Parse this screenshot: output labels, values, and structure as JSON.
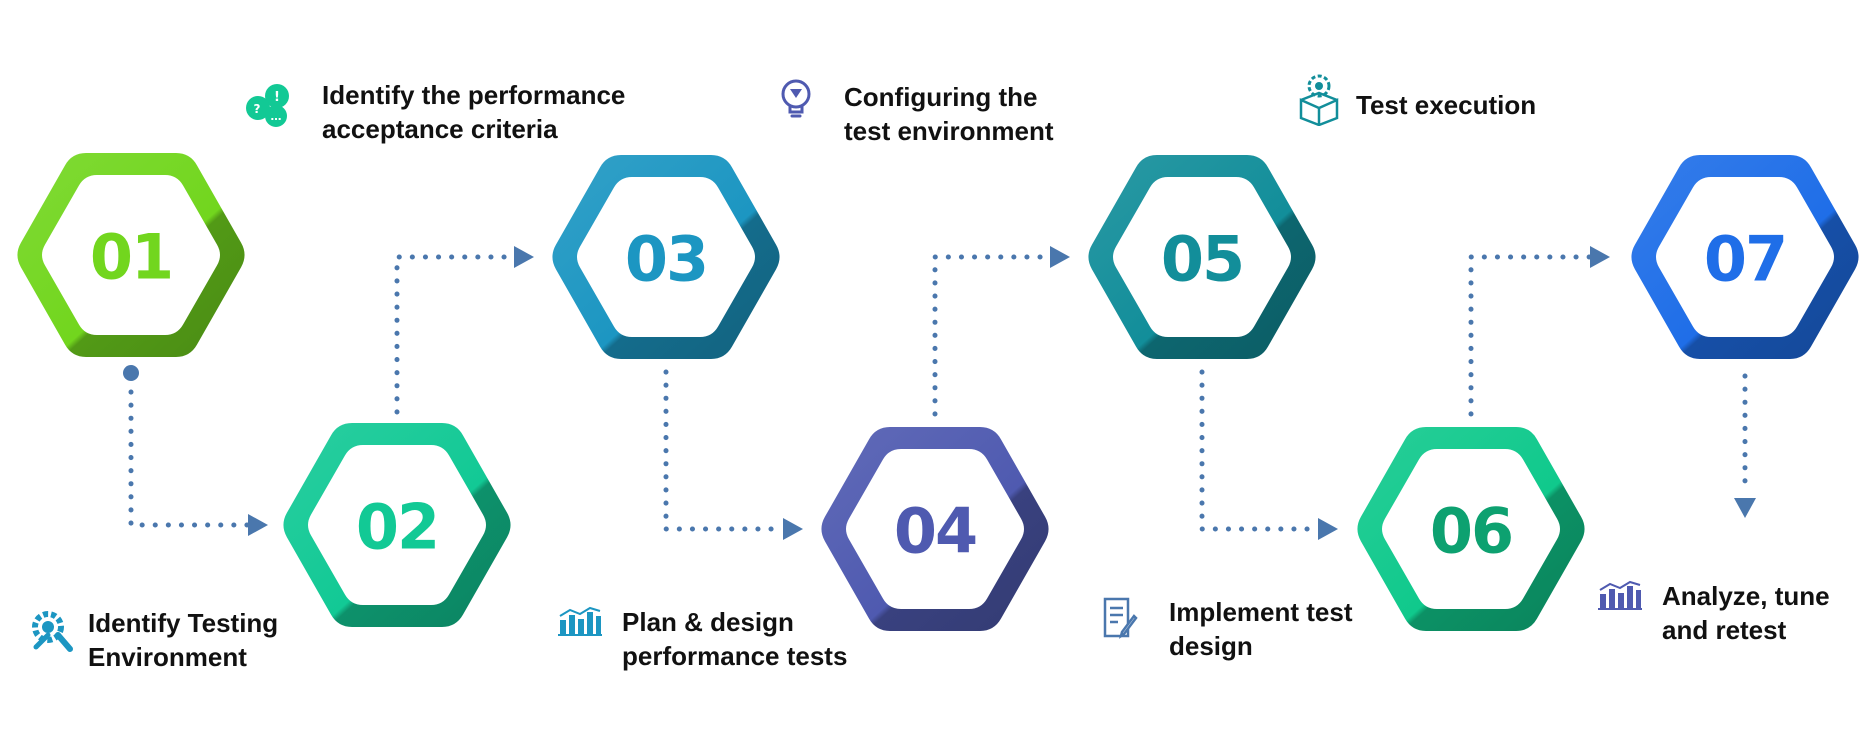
{
  "steps": [
    {
      "number": "01",
      "label_line1": "Identify Testing",
      "label_line2": "Environment",
      "icon": "wrench-gear-icon"
    },
    {
      "number": "02",
      "label_line1": "Identify the performance",
      "label_line2": "acceptance criteria",
      "icon": "chat-bubbles-icon"
    },
    {
      "number": "03",
      "label_line1": "Plan & design",
      "label_line2": "performance tests",
      "icon": "bar-chart-icon"
    },
    {
      "number": "04",
      "label_line1": "Configuring the",
      "label_line2": "test environment",
      "icon": "lightbulb-icon"
    },
    {
      "number": "05",
      "label_line1": "Implement test",
      "label_line2": "design",
      "icon": "document-edit-icon"
    },
    {
      "number": "06",
      "label_line1": "Test execution",
      "label_line2": "",
      "icon": "box-gear-icon"
    },
    {
      "number": "07",
      "label_line1": "Analyze, tune",
      "label_line2": "and retest",
      "icon": "bar-chart-icon"
    }
  ],
  "colors": {
    "connector": "#4a77ad",
    "hex_01": "#72d61e",
    "hex_02": "#12c995",
    "hex_03": "#1c96c2",
    "hex_04": "#4f5ab0",
    "hex_05": "#128e9a",
    "hex_06": "#10c98c",
    "hex_07": "#1f6ee8"
  }
}
